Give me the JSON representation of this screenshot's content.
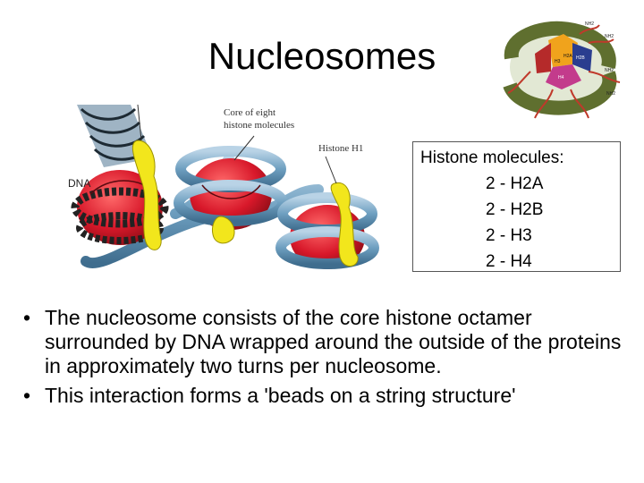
{
  "title": "Nucleosomes",
  "figure": {
    "label_core": [
      "Core of eight",
      "histone molecules"
    ],
    "label_h1": "Histone H1",
    "label_dna": "DNA"
  },
  "corner_figure": {
    "labels": [
      "NH2",
      "NH2",
      "NH2",
      "NH2",
      "H2A",
      "H3",
      "H4",
      "H2B"
    ]
  },
  "histone_box": {
    "heading": "Histone molecules:",
    "items": [
      "2 - H2A",
      "2 - H2B",
      "2 - H3",
      "2 - H4"
    ]
  },
  "bullets": [
    "The nucleosome consists of the core histone octamer surrounded by DNA wrapped around the outside of the proteins in approximately two turns per nucleosome.",
    "This interaction forms a 'beads on a string structure'"
  ],
  "colors": {
    "histone_red": "#d8182a",
    "dna_blue": "#6e9fc0",
    "linker_yellow": "#f2e61c"
  }
}
